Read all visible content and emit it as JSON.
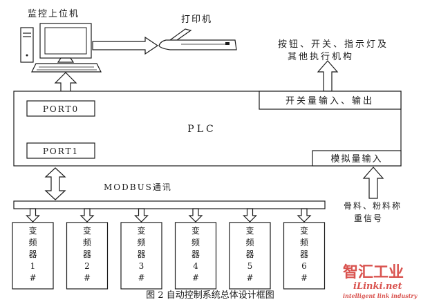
{
  "labels": {
    "monitor_pc": "监控上位机",
    "printer": "打印机",
    "outputs_line1": "按钮、开关、指示灯及",
    "outputs_line2": "其他执行机构",
    "port0": "PORT0",
    "switch_io": "开关量输入、输出",
    "plc": "PLC",
    "port1": "PORT1",
    "analog_input": "模拟量输入",
    "modbus": "MODBUS通讯",
    "signals_line1": "骨料、粉料称",
    "signals_line2": "重信号",
    "caption": "图 2 自动控制系统总体设计框图"
  },
  "inverters": [
    {
      "l1": "变",
      "l2": "频",
      "l3": "器",
      "num": "1",
      "hash": "#"
    },
    {
      "l1": "变",
      "l2": "频",
      "l3": "器",
      "num": "2",
      "hash": "#"
    },
    {
      "l1": "变",
      "l2": "频",
      "l3": "器",
      "num": "3",
      "hash": "#"
    },
    {
      "l1": "变",
      "l2": "频",
      "l3": "器",
      "num": "4",
      "hash": "#"
    },
    {
      "l1": "变",
      "l2": "频",
      "l3": "器",
      "num": "5",
      "hash": "#"
    },
    {
      "l1": "变",
      "l2": "频",
      "l3": "器",
      "num": "6",
      "hash": "#"
    }
  ],
  "watermark": {
    "brand": "智汇工业",
    "site": "iLinki.net",
    "tagline": "intelligent link industry",
    "color": "#d9534f"
  }
}
